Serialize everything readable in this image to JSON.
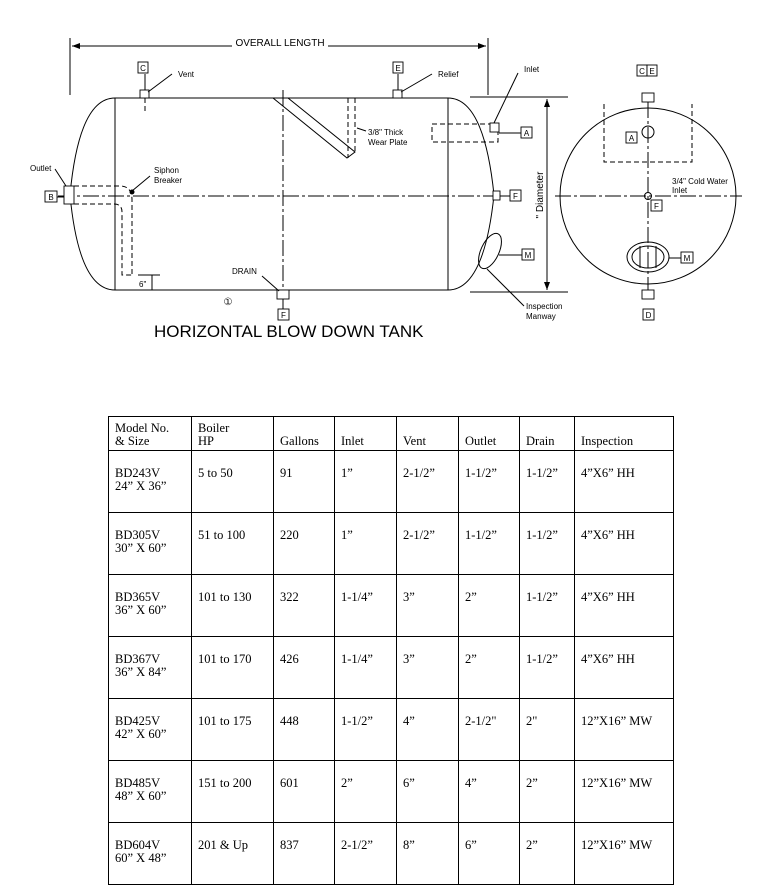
{
  "drawing": {
    "overall_length": "OVERALL LENGTH",
    "vent": "Vent",
    "relief": "Relief",
    "inlet": "Inlet",
    "outlet": "Outlet",
    "siphon_breaker": [
      "Siphon",
      "Breaker"
    ],
    "wear_plate": [
      "3/8\" Thick",
      "Wear Plate"
    ],
    "diameter": "\" Diameter",
    "drain": "DRAIN",
    "six_inch": "6\"",
    "circle_one": "①",
    "inspection_manway": [
      "Inspection",
      "Manway"
    ],
    "cold_water_inlet": [
      "3/4\" Cold Water",
      "Inlet"
    ],
    "title": "HORIZONTAL BLOW DOWN TANK",
    "markers": {
      "A": "A",
      "B": "B",
      "C": "C",
      "D": "D",
      "E": "E",
      "F": "F",
      "M": "M"
    }
  },
  "table": {
    "headers": [
      [
        "Model No.",
        "& Size"
      ],
      [
        "Boiler",
        "HP"
      ],
      [
        "Gallons",
        ""
      ],
      [
        "Inlet",
        ""
      ],
      [
        "Vent",
        ""
      ],
      [
        "Outlet",
        ""
      ],
      [
        "Drain",
        ""
      ],
      [
        "Inspection",
        ""
      ]
    ],
    "rows": [
      {
        "model": "BD243V",
        "size": "24” X 36”",
        "hp": "5 to 50",
        "gallons": "91",
        "inlet": "1”",
        "vent": "2-1/2”",
        "outlet": "1-1/2”",
        "drain": "1-1/2”",
        "inspection": "4”X6” HH"
      },
      {
        "model": "BD305V",
        "size": "30” X 60”",
        "hp": "51 to 100",
        "gallons": "220",
        "inlet": "1”",
        "vent": "2-1/2”",
        "outlet": "1-1/2”",
        "drain": "1-1/2”",
        "inspection": "4”X6” HH"
      },
      {
        "model": "BD365V",
        "size": "36” X 60”",
        "hp": "101 to 130",
        "gallons": "322",
        "inlet": "1-1/4”",
        "vent": "3”",
        "outlet": "2”",
        "drain": "1-1/2”",
        "inspection": "4”X6” HH"
      },
      {
        "model": "BD367V",
        "size": "36” X 84”",
        "hp": "101 to 170",
        "gallons": "426",
        "inlet": "1-1/4”",
        "vent": "3”",
        "outlet": "2”",
        "drain": "1-1/2”",
        "inspection": "4”X6” HH"
      },
      {
        "model": "BD425V",
        "size": "42” X 60”",
        "hp": "101 to 175",
        "gallons": "448",
        "inlet": "1-1/2”",
        "vent": "4”",
        "outlet": "2-1/2\"",
        "drain": "2\"",
        "inspection": "12”X16” MW"
      },
      {
        "model": "BD485V",
        "size": "48” X 60”",
        "hp": "151 to 200",
        "gallons": "601",
        "inlet": "2”",
        "vent": "6”",
        "outlet": "4”",
        "drain": "2”",
        "inspection": "12”X16” MW"
      },
      {
        "model": "BD604V",
        "size": "60” X 48”",
        "hp": "201 & Up",
        "gallons": "837",
        "inlet": "2-1/2”",
        "vent": "8”",
        "outlet": "6”",
        "drain": "2”",
        "inspection": "12”X16” MW"
      }
    ]
  }
}
